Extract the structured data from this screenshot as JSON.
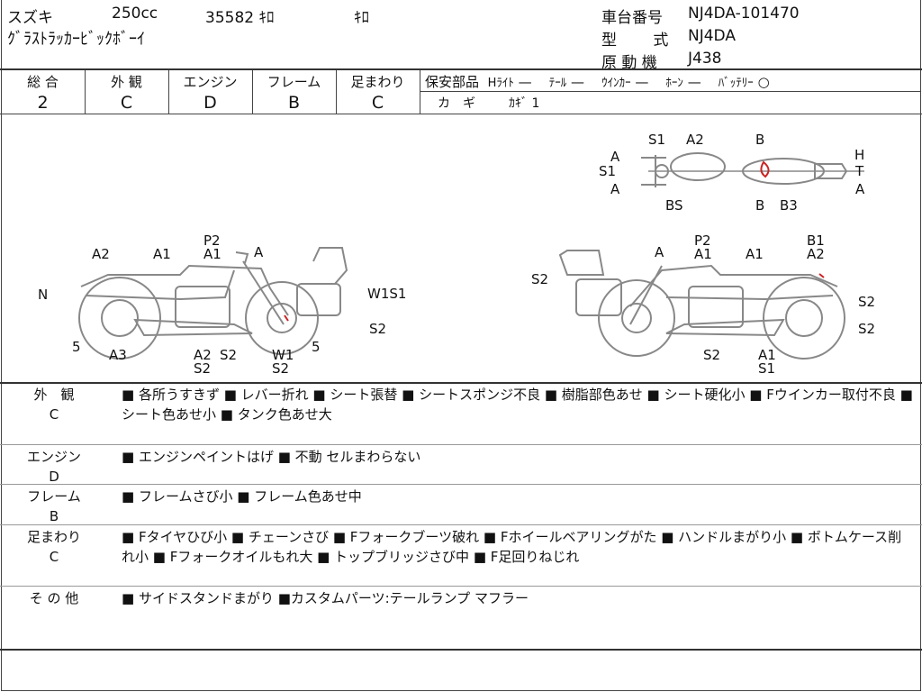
{
  "header": {
    "maker": "スズキ",
    "displacement": "250cc",
    "mileage": "35582 ｷﾛ",
    "mileage_unit": "ｷﾛ",
    "model_name": "ｸﾞﾗｽﾄﾗｯｶｰﾋﾞｯｸﾎﾞｰｲ",
    "frame_no_label": "車台番号",
    "frame_no": "NJ4DA-101470",
    "type_label": "型　 式",
    "type": "NJ4DA",
    "engine_label": "原 動 機",
    "engine": "J438"
  },
  "scores": [
    {
      "label": "総 合",
      "value": "2"
    },
    {
      "label": "外 観",
      "value": "C"
    },
    {
      "label": "エンジン",
      "value": "D"
    },
    {
      "label": "フレーム",
      "value": "B"
    },
    {
      "label": "足まわり",
      "value": "C"
    }
  ],
  "safety": {
    "label": "保安部品",
    "items": [
      {
        "name": "Hﾗｲﾄ",
        "value": "—"
      },
      {
        "name": "ﾃｰﾙ",
        "value": "—"
      },
      {
        "name": "ｳｲﾝｶｰ",
        "value": "—"
      },
      {
        "name": "ﾎｰﾝ",
        "value": "—"
      },
      {
        "name": "ﾊﾞｯﾃﾘｰ",
        "value": "○"
      }
    ],
    "key_label": "カ　ギ",
    "key_value": "ｶｷﾞ 1"
  },
  "diagram": {
    "left_labels": [
      "A2",
      "A1",
      "P2",
      "A1",
      "A",
      "N",
      "W1S1",
      "S2",
      "5",
      "A3",
      "A2",
      "S2",
      "S2",
      "W1",
      "S2",
      "5"
    ],
    "right_labels": [
      "A",
      "P2",
      "A1",
      "A1",
      "B1",
      "A2",
      "S2",
      "S2",
      "S2",
      "S2",
      "A1",
      "S1"
    ],
    "top_labels": [
      "S1",
      "A2",
      "B",
      "H",
      "A",
      "S1",
      "T",
      "A",
      "A",
      "BS",
      "B",
      "B3"
    ],
    "mark_color": "#cc2222"
  },
  "details": [
    {
      "label": "外　観",
      "grade": "C",
      "text": "■ 各所うすきず ■ レバー折れ ■ シート張替 ■ シートスポンジ不良 ■ 樹脂部色あせ ■ シート硬化小 ■ Fウインカー取付不良 ■ シート色あせ小 ■ タンク色あせ大"
    },
    {
      "label": "エンジン",
      "grade": "D",
      "text": "■ エンジンペイントはげ ■ 不動 セルまわらない"
    },
    {
      "label": "フレーム",
      "grade": "B",
      "text": "■ フレームさび小 ■ フレーム色あせ中"
    },
    {
      "label": "足まわり",
      "grade": "C",
      "text": "■ Fタイヤひび小 ■ チェーンさび ■ Fフォークブーツ破れ ■ Fホイールベアリングがた ■ ハンドルまがり小 ■ ボトムケース削れ小 ■ Fフォークオイルもれ大 ■ トップブリッジさび中 ■ F足回りねじれ"
    },
    {
      "label": "そ の 他",
      "grade": "",
      "text": "■ サイドスタンドまがり ■カスタムパーツ:テールランプ マフラー"
    }
  ]
}
